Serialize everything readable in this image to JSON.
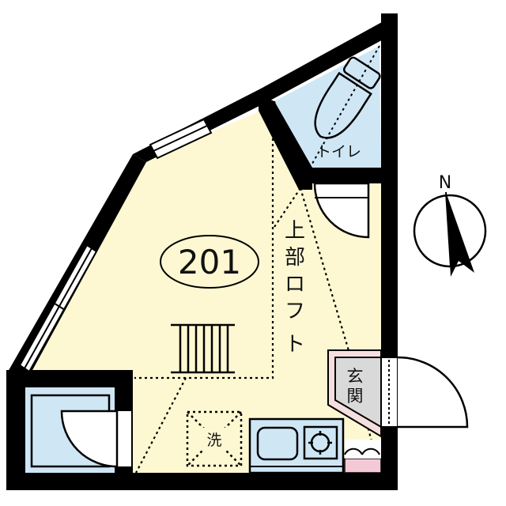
{
  "floorplan": {
    "unit_number": "201",
    "rooms": {
      "main_room": {
        "label": "201",
        "color": "#fdf8d2"
      },
      "loft": {
        "label_chars": [
          "上",
          "部",
          "ロ",
          "フ",
          "ト"
        ],
        "label": "上部ロフト"
      },
      "toilet": {
        "label": "トイレ",
        "color": "#cfe6f5"
      },
      "entrance": {
        "label_chars": [
          "玄",
          "関"
        ],
        "label": "玄関",
        "color": "#d9d9d9"
      },
      "washer": {
        "label": "洗"
      },
      "bath": {
        "color": "#cfe6f5"
      },
      "kitchen": {
        "color": "#cfe6f5"
      },
      "shoe_box": {
        "color": "#f4c9d6"
      }
    },
    "compass": {
      "label": "N"
    },
    "colors": {
      "wall": "#000000",
      "floor": "#fdf8d2",
      "wet_area": "#cfe6f5",
      "entrance": "#d9d9d9",
      "entrance_border": "#f6dede",
      "shoe_box": "#f4c9d6"
    }
  }
}
